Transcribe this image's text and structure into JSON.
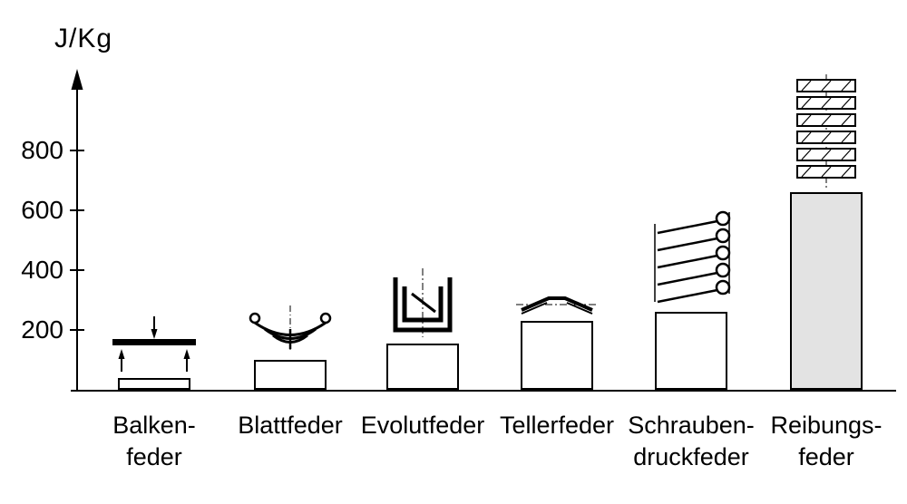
{
  "chart_data": {
    "type": "bar",
    "title": "",
    "ylabel": "J/Kg",
    "xlabel": "",
    "yticks": [
      200,
      400,
      600,
      800
    ],
    "ylim": [
      0,
      1000
    ],
    "grid": false,
    "legend": false,
    "axis_color": "#000000",
    "bar_border_color": "#000000",
    "bars": [
      {
        "label_lines": [
          "Balken-",
          "feder"
        ],
        "value": 40,
        "fill": "#ffffff",
        "icon": "beam-spring-icon"
      },
      {
        "label_lines": [
          "Blattfeder"
        ],
        "value": 100,
        "fill": "#ffffff",
        "icon": "leaf-spring-icon"
      },
      {
        "label_lines": [
          "Evolutfeder"
        ],
        "value": 155,
        "fill": "#ffffff",
        "icon": "volute-spring-icon"
      },
      {
        "label_lines": [
          "Tellerfeder"
        ],
        "value": 230,
        "fill": "#ffffff",
        "icon": "disc-spring-icon"
      },
      {
        "label_lines": [
          "Schrauben-",
          "druckfeder"
        ],
        "value": 260,
        "fill": "#ffffff",
        "icon": "helical-compression-spring-icon"
      },
      {
        "label_lines": [
          "Reibungs-",
          "feder"
        ],
        "value": 660,
        "fill": "#e3e3e3",
        "icon": "friction-spring-icon"
      }
    ]
  }
}
